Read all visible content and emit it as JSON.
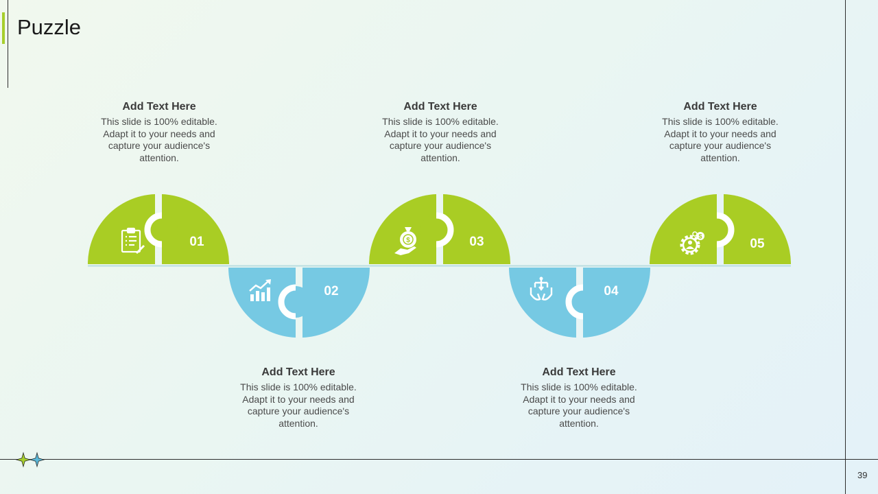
{
  "slide": {
    "title": "Puzzle",
    "page_number": "39"
  },
  "colors": {
    "green": "#a9cd24",
    "blue": "#76c9e3",
    "accent": "#a7cf2c",
    "star_blue": "#5bb9d9"
  },
  "steps": [
    {
      "number": "01",
      "icon": "clipboard-icon",
      "heading": "Add Text Here",
      "body": "This slide is 100% editable. Adapt it to your needs and capture your audience's attention."
    },
    {
      "number": "02",
      "icon": "growth-chart-icon",
      "heading": "Add Text Here",
      "body": "This slide is 100% editable. Adapt it to your needs and capture your audience's attention."
    },
    {
      "number": "03",
      "icon": "money-bag-hand-icon",
      "heading": "Add Text Here",
      "body": "This slide is 100% editable. Adapt it to your needs and capture your audience's attention."
    },
    {
      "number": "04",
      "icon": "hands-network-icon",
      "heading": "Add Text Here",
      "body": "This slide is 100% editable. Adapt it to your needs and capture your audience's attention."
    },
    {
      "number": "05",
      "icon": "gear-person-dollar-icon",
      "heading": "Add Text Here",
      "body": "This slide is 100% editable. Adapt it to your needs and capture your audience's attention."
    }
  ]
}
